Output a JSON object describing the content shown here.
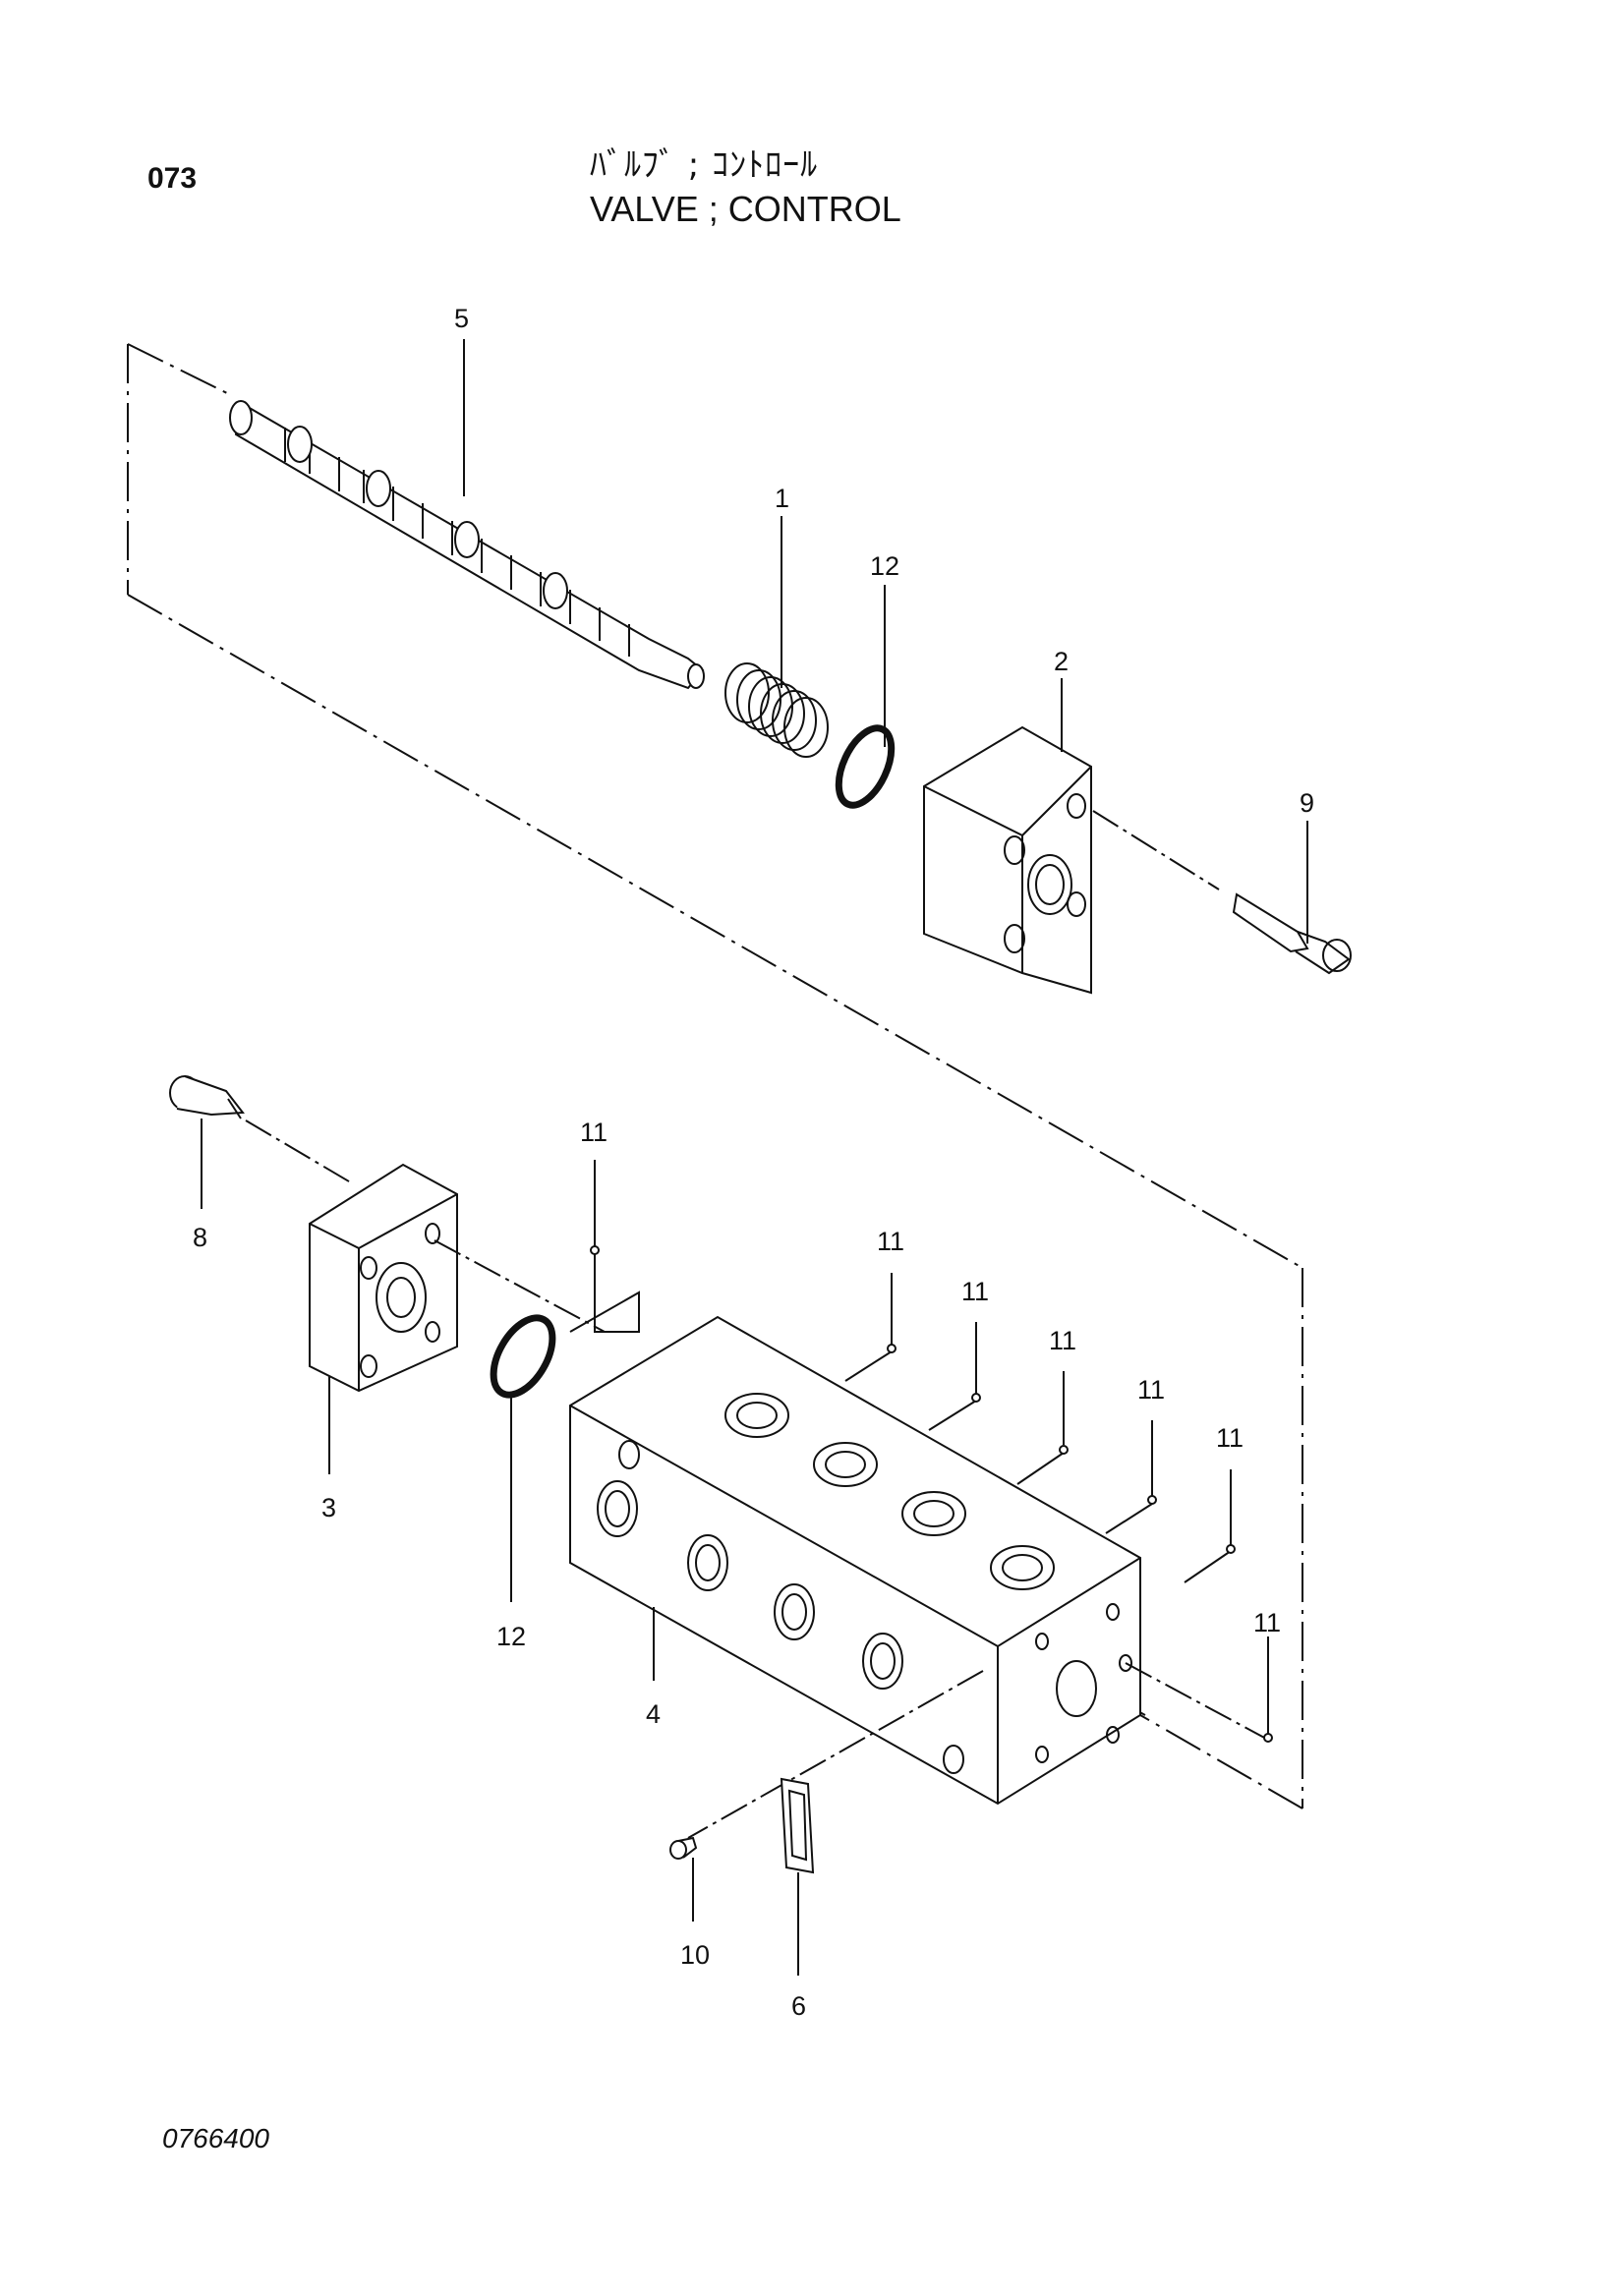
{
  "header": {
    "page_number": "073",
    "title_jp": "ﾊﾞﾙﾌﾞ ; ｺﾝﾄﾛｰﾙ",
    "title_en": "VALVE ; CONTROL"
  },
  "footer": {
    "drawing_number": "0766400"
  },
  "callouts": {
    "spool": "5",
    "spring": "1",
    "o_ring_upper": "12",
    "cap_upper": "2",
    "bolt_upper": "9",
    "bolt_lower": "8",
    "cap_lower": "3",
    "o_ring_lower": "12",
    "body": "4",
    "plug_a": "11",
    "plug_b": "11",
    "plug_c": "11",
    "plug_d": "11",
    "plug_e": "11",
    "plug_f": "11",
    "plug_g": "11",
    "screw": "10",
    "nameplate": "6"
  }
}
